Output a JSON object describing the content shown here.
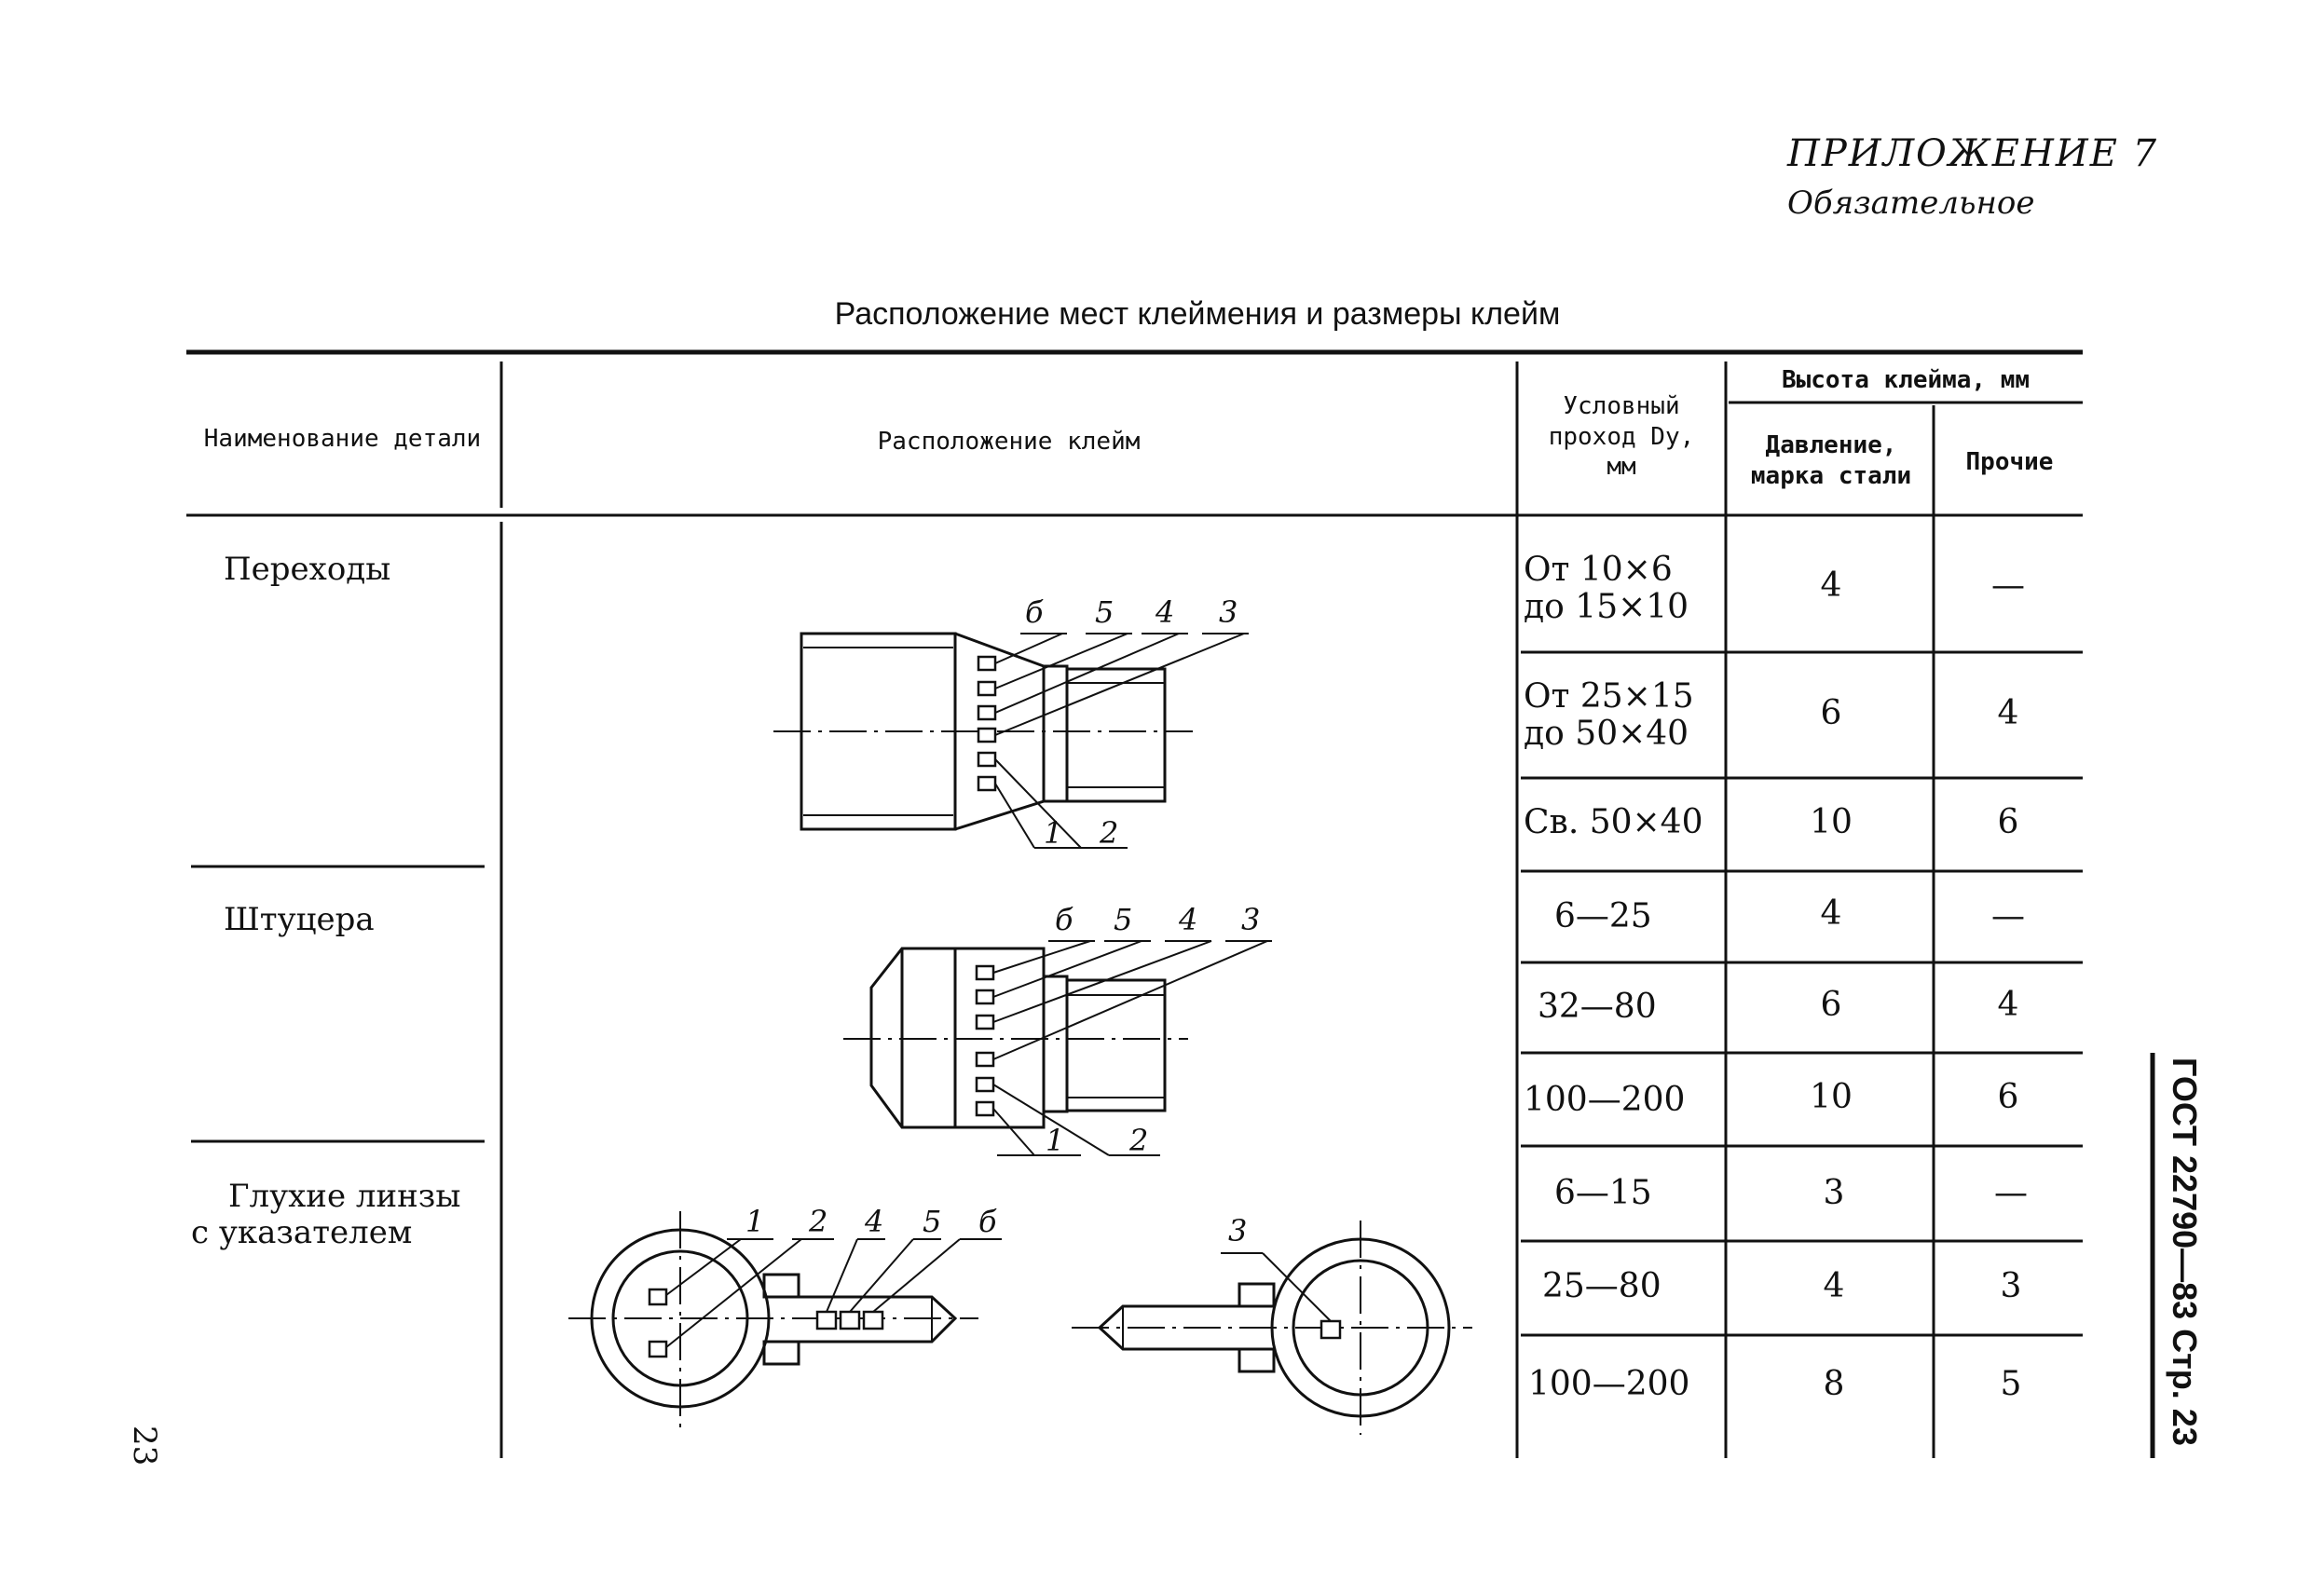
{
  "appendix": {
    "title": "ПРИЛОЖЕНИЕ 7",
    "subtitle": "Обязательное"
  },
  "table": {
    "title": "Расположение мест клеймения и размеры клейм",
    "headers": {
      "part_name": "Наименование детали",
      "location": "Расположение клейм",
      "bore_line1": "Условный",
      "bore_line2": "проход Dу,",
      "bore_line3": "мм",
      "height": "Высота клейма, мм",
      "pressure_line1": "Давление,",
      "pressure_line2": "марка стали",
      "other": "Прочие"
    },
    "groups": [
      {
        "name": "Переходы",
        "rows": [
          {
            "bore": [
              "От 10×6",
              "до 15×10"
            ],
            "pressure": "4",
            "other": "—"
          },
          {
            "bore": [
              "От 25×15",
              "до 50×40"
            ],
            "pressure": "6",
            "other": "4"
          },
          {
            "bore": [
              "Св. 50×40"
            ],
            "pressure": "10",
            "other": "6"
          }
        ]
      },
      {
        "name": "Штуцера",
        "rows": [
          {
            "bore": [
              "6—25"
            ],
            "pressure": "4",
            "other": "—"
          },
          {
            "bore": [
              "32—80"
            ],
            "pressure": "6",
            "other": "4"
          },
          {
            "bore": [
              "100—200"
            ],
            "pressure": "10",
            "other": "6"
          }
        ]
      },
      {
        "name_line1": "Глухие линзы",
        "name_line2": "с указателем",
        "rows": [
          {
            "bore": [
              "6—15"
            ],
            "pressure": "3",
            "other": "—"
          },
          {
            "bore": [
              "25—80"
            ],
            "pressure": "4",
            "other": "3"
          },
          {
            "bore": [
              "100—200"
            ],
            "pressure": "8",
            "other": "5"
          }
        ]
      }
    ]
  },
  "drawings": {
    "transition_labels": [
      "б",
      "5",
      "4",
      "3",
      "1",
      "2"
    ],
    "fitting_labels": [
      "б",
      "5",
      "4",
      "3",
      "1",
      "2"
    ],
    "lens_left_labels": [
      "1",
      "2",
      "4",
      "5",
      "б"
    ],
    "lens_right_labels": [
      "3"
    ]
  },
  "side_text": {
    "doc_code": "ГОСТ 22790—83 Стр. 23"
  },
  "page_number": "23"
}
